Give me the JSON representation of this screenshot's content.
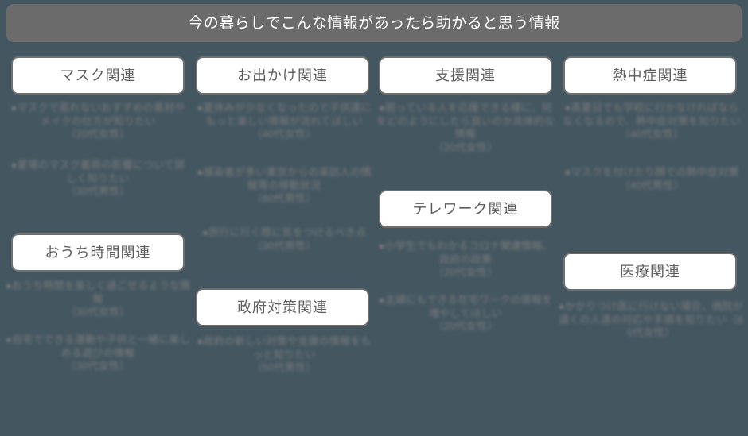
{
  "banner": {
    "title": "今の暮らしでこんな情報があったら助かると思う情報",
    "bg_color": "#6b6b6b",
    "text_color": "#ffffff"
  },
  "canvas": {
    "bg_color": "#445761",
    "chip_border_color": "#6f6f6f",
    "chip_text_color": "#5d5d5d",
    "comment_text_color": "#7b7b7b"
  },
  "columns": [
    {
      "id": "mask",
      "header": "マスク関連",
      "comments": [
        "●マスクで蒸れないおすすめの素材やメイクの仕方が知りたい\n（20代女性）",
        "●夏場のマスク着用の影響について詳しく知りたい\n（30代男性）"
      ]
    },
    {
      "id": "outing",
      "header": "お出かけ関連",
      "comments": [
        "●夏休みが少なくなったので子供達にもっと楽しい情報が流れてほしい\n（40代女性）",
        "●感染者が多い東京からの来訪人の情報等の移動状況\n（60代男性）",
        "●旅行に行く際に気をつけるべき点\n（30代男性）"
      ]
    },
    {
      "id": "support",
      "header": "支援関連",
      "comments": [
        "●困っている人を応援できる様に、何をどのようにしたら良いのか具体的な情報\n（20代女性）"
      ]
    },
    {
      "id": "heatstroke",
      "header": "熱中症関連",
      "comments": [
        "●真夏日でも学校に行かなければならなくなるので、熱中症対策を知りたい\n（40代女性）",
        "●マスクを付けたり顔での熱中症対策\n（40代男性）"
      ]
    },
    {
      "id": "home-time",
      "header": "おうち時間関連",
      "comments": [
        "●おうち時間を楽しく過ごせるような情報\n（30代女性）",
        "●自宅でできる運動や子供と一緒に楽しめる遊びの情報\n（30代女性）"
      ]
    },
    {
      "id": "telework",
      "header": "テレワーク関連",
      "comments": [
        "●小学生でもわかるコロナ関連情報、政府の政策\n（20代女性）",
        "●主婦にもできる在宅ワークの情報を増やしてほしい\n（20代女性）"
      ]
    },
    {
      "id": "government",
      "header": "政府対策関連",
      "comments": [
        "●政府の新しい対策や支援の情報をもっと知りたい\n（50代男性）"
      ]
    },
    {
      "id": "medical",
      "header": "医療関連",
      "comments": [
        "●かかりつけ医に行けない場合、病院が遠くの人達の対応や手順を知りたい（60代女性）"
      ]
    }
  ]
}
